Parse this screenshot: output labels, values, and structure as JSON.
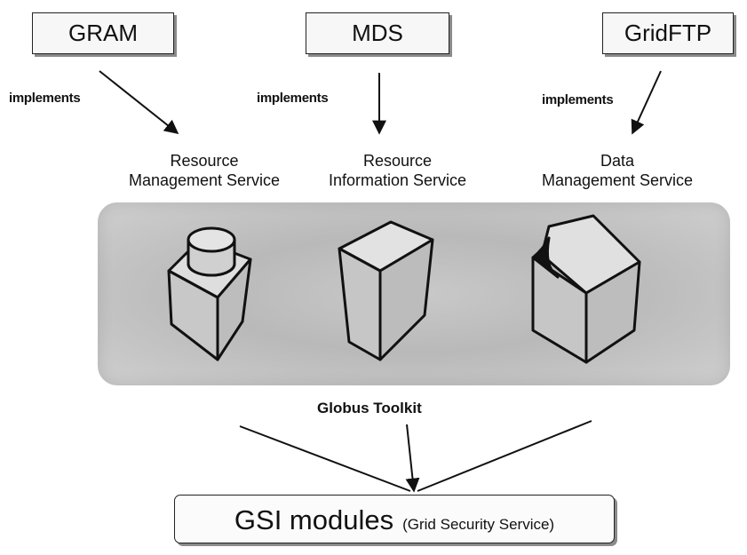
{
  "modules": [
    {
      "name": "GRAM",
      "relation": "implements",
      "service_line1": "Resource",
      "service_line2": "Management Service"
    },
    {
      "name": "MDS",
      "relation": "implements",
      "service_line1": "Resource",
      "service_line2": "Information Service"
    },
    {
      "name": "GridFTP",
      "relation": "implements",
      "service_line1": "Data",
      "service_line2": "Management Service"
    }
  ],
  "toolkit_label": "Globus Toolkit",
  "gsi": {
    "main": "GSI modules",
    "sub": "(Grid Security Service)"
  }
}
